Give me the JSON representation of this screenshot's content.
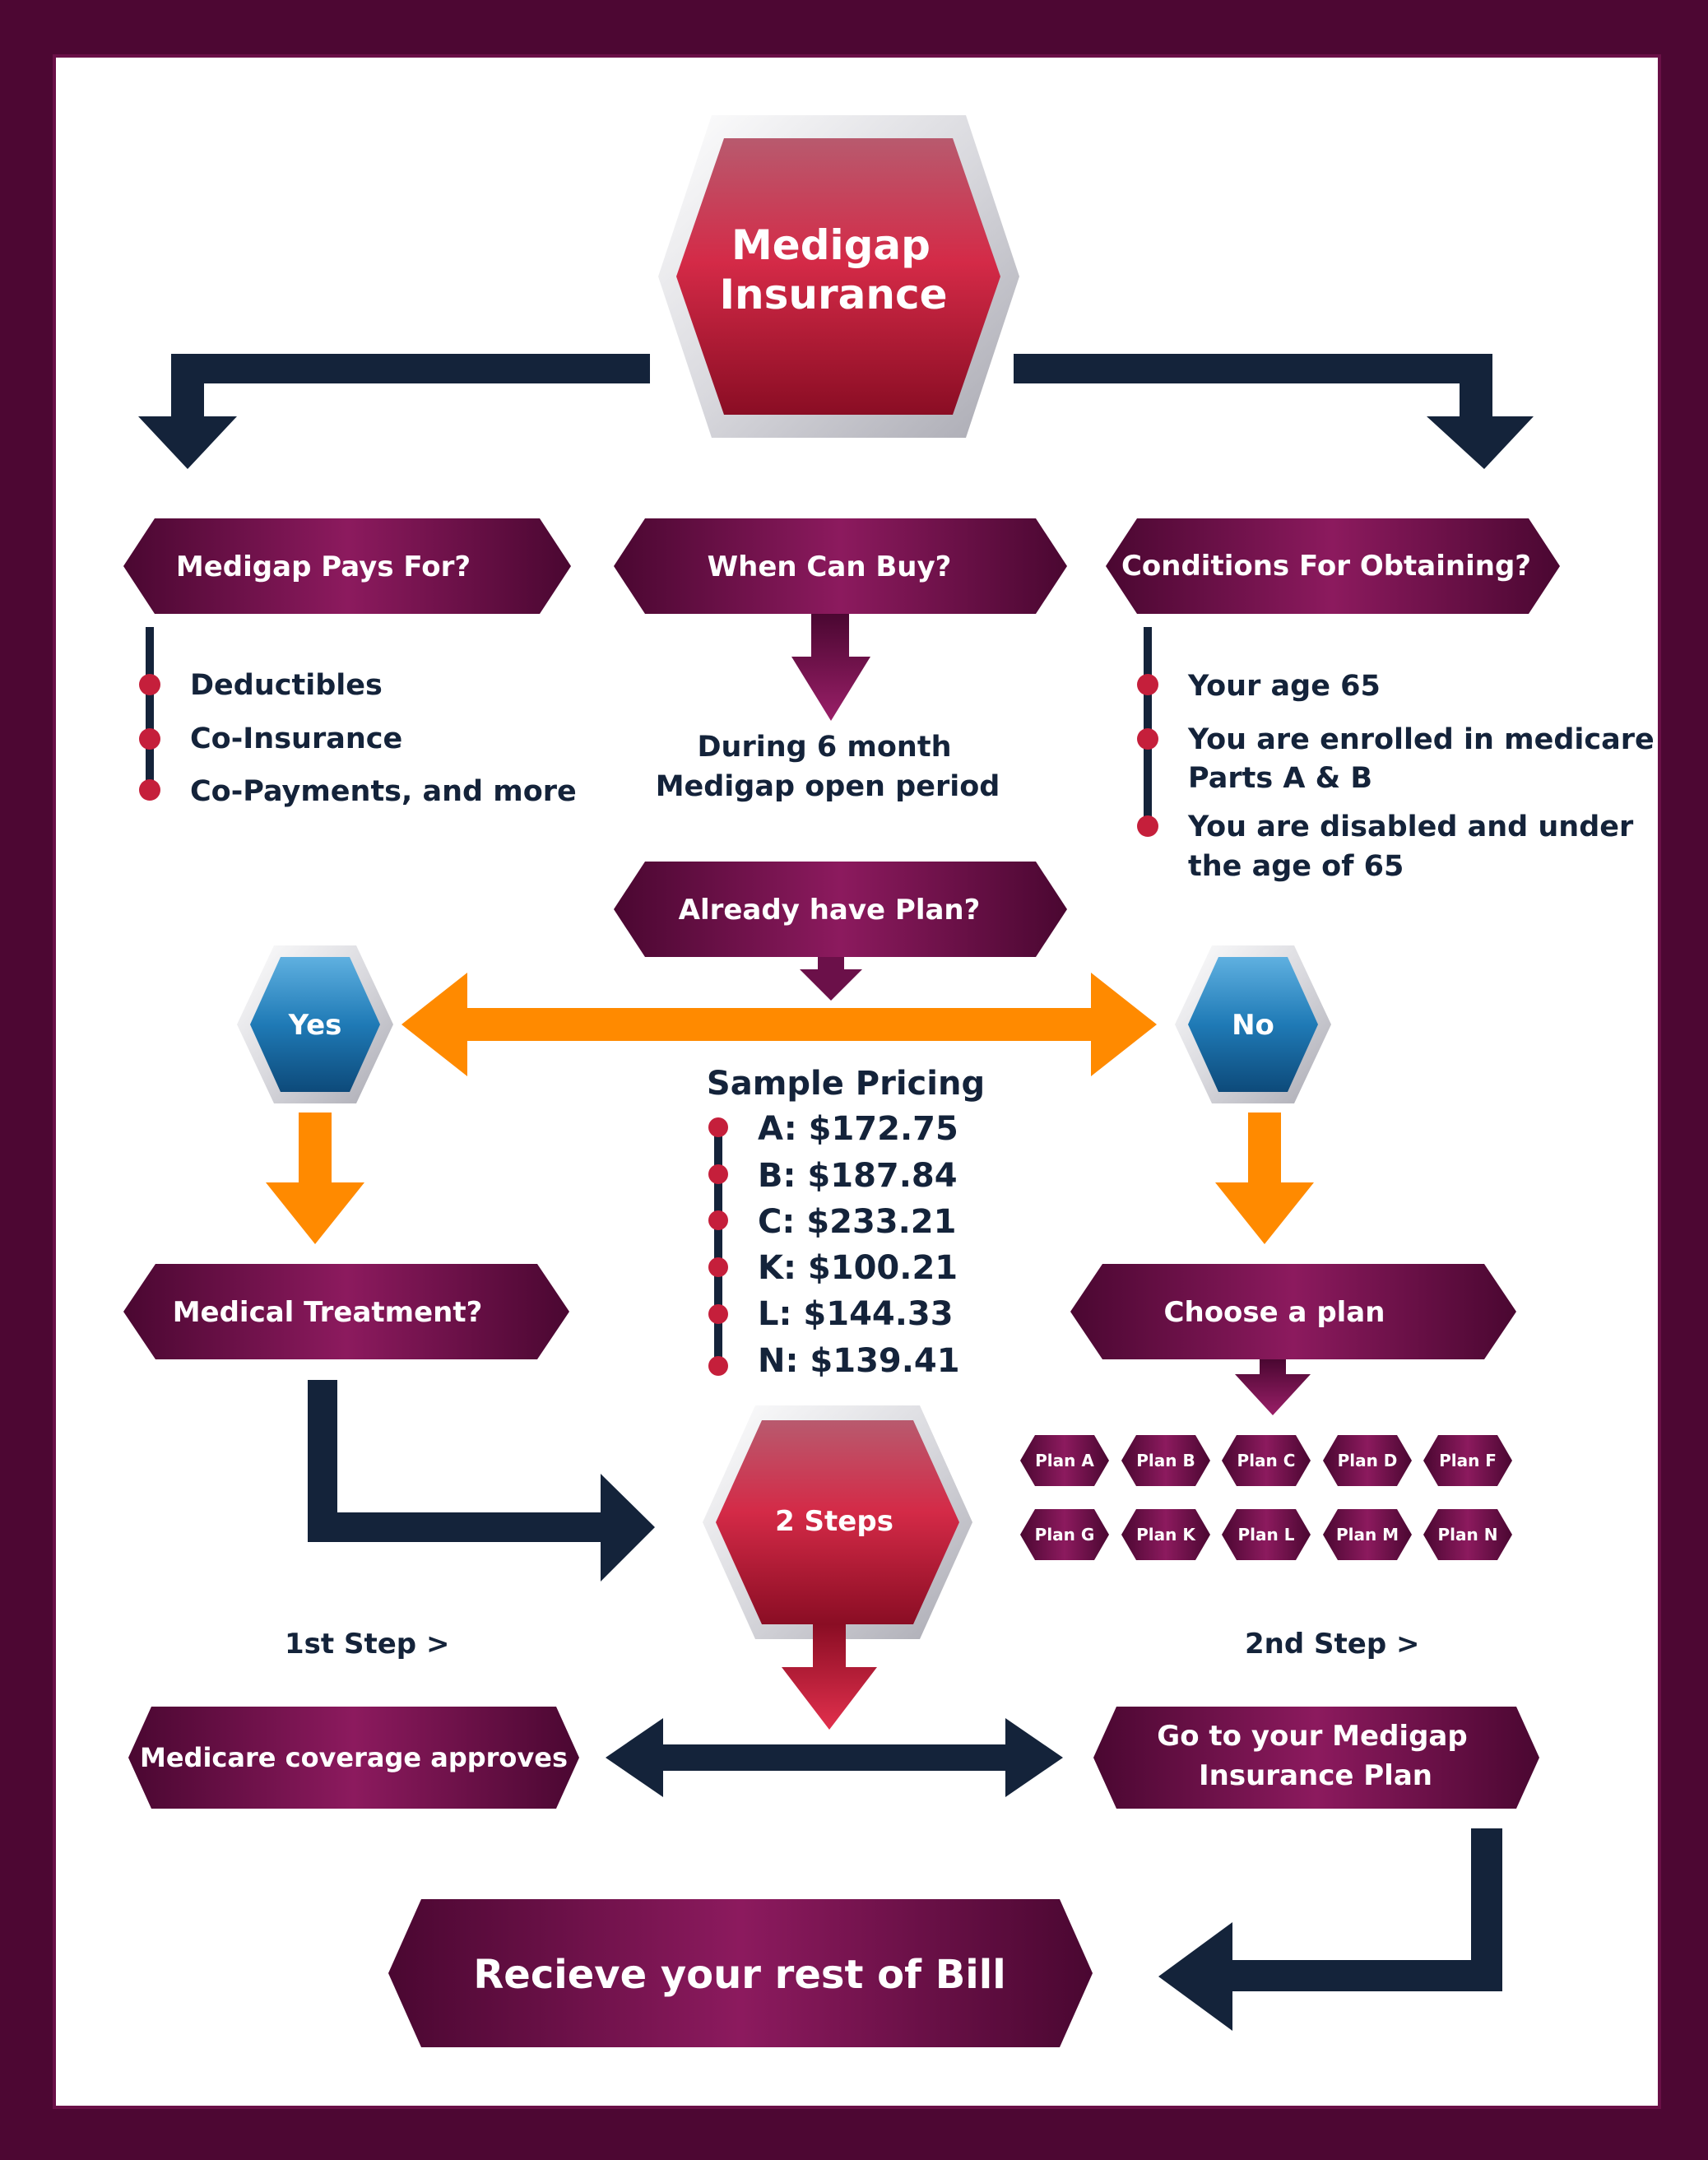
{
  "title": "Medigap Insurance",
  "title_lines": [
    "Medigap",
    "Insurance"
  ],
  "colors": {
    "frame": "#4d0733",
    "banner": "#6b1049",
    "banner_dark": "#3e0628",
    "red_hex": "#c61e3c",
    "blue_hex": "#1f7ab6",
    "navy_arrow": "#14233a",
    "orange_arrow": "#ff8a00",
    "bullet": "#c51f3b"
  },
  "questions": {
    "pays_for": "Medigap Pays For?",
    "when_buy": "When Can Buy?",
    "conditions": "Conditions For Obtaining?",
    "already_have": "Already have Plan?"
  },
  "pays_for_items": [
    "Deductibles",
    "Co-Insurance",
    "Co-Payments, and more"
  ],
  "when_buy_answer": [
    "During 6 month",
    "Medigap open period"
  ],
  "condition_items": [
    [
      "Your age 65"
    ],
    [
      "You are enrolled in medicare",
      "Parts A & B"
    ],
    [
      "You are disabled and under",
      "the age of 65"
    ]
  ],
  "yes_label": "Yes",
  "no_label": "No",
  "pricing": {
    "title": "Sample Pricing",
    "items": [
      "A: $172.75",
      "B: $187.84",
      "C: $233.21",
      "K: $100.21",
      "L: $144.33",
      "N: $139.41"
    ]
  },
  "medical_treatment": "Medical Treatment?",
  "choose_plan": "Choose a plan",
  "plans": [
    [
      "Plan A",
      "Plan B",
      "Plan C",
      "Plan D",
      "Plan F"
    ],
    [
      "Plan G",
      "Plan K",
      "Plan L",
      "Plan M",
      "Plan N"
    ]
  ],
  "two_steps": "2 Steps",
  "first_step": "1st Step >",
  "second_step": "2nd Step >",
  "medicare_approves": "Medicare coverage approves",
  "go_to_plan": [
    "Go to your Medigap",
    "Insurance Plan"
  ],
  "receive_bill": "Recieve your rest of Bill"
}
